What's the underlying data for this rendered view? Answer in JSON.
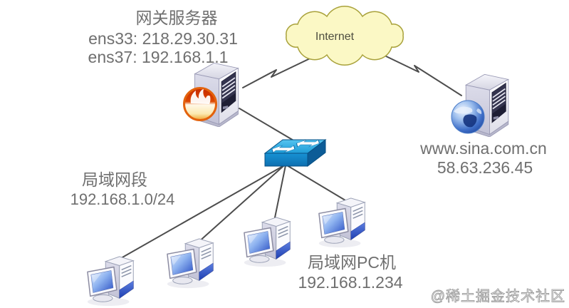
{
  "gateway_server": {
    "title": "网关服务器",
    "interface1": "ens33: 218.29.30.31",
    "interface2": "ens37: 192.168.1.1"
  },
  "internet_cloud": {
    "label": "Internet"
  },
  "web_server": {
    "domain": "www.sina.com.cn",
    "ip": "58.63.236.45"
  },
  "lan_segment": {
    "title": "局域网段",
    "subnet": "192.168.1.0/24"
  },
  "lan_pc": {
    "title": "局域网PC机",
    "ip": "192.168.1.234"
  },
  "watermark": "@稀土掘金技术社区",
  "icons": {
    "gateway": "firewall-server-icon",
    "web": "globe-server-icon",
    "switch": "ethernet-switch-icon",
    "pc": "desktop-pc-icon",
    "cloud": "internet-cloud-shape"
  },
  "colors": {
    "cloud_fill": "#FBF8C5",
    "cloud_border": "#A9A23B",
    "switch_blue": "#1E9CD7",
    "connection_line": "#4D4D4D",
    "label_text": "#6F6F6F",
    "firewall_red": "#CC2B00",
    "globe_blue": "#3F6FC8"
  }
}
